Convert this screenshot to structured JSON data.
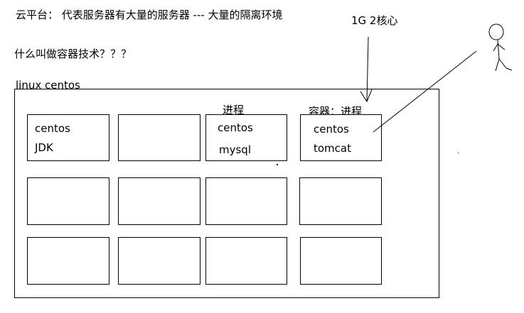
{
  "notes": {
    "cloud_platform": "云平台： 代表服务器有大量的服务器 --- 大量的隔离环境",
    "question": "什么叫做容器技术？？？",
    "spec": "1G  2核心",
    "os": "linux  centos"
  },
  "labels": {
    "process": "进程",
    "container_process": "容器：进程"
  },
  "cells": {
    "c1": {
      "line1": "centos",
      "line2": "JDK"
    },
    "c3": {
      "line1": "centos",
      "line2": "mysql"
    },
    "c4": {
      "line1": "centos",
      "line2": "tomcat"
    }
  },
  "figure": "stick-figure-person"
}
